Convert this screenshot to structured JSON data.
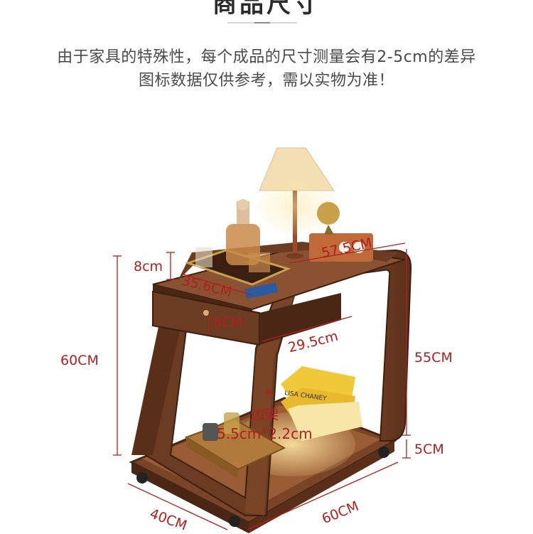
{
  "header": {
    "title": "商品尺寸"
  },
  "note": {
    "line1": "由于家具的特殊性，每个成品的尺寸测量会有2-5cm的差异",
    "line2": "图标数据仅供参考，需以实物为准！"
  },
  "dimensions": {
    "tray_height": "8cm",
    "top_length": "57.5CM",
    "top_depth": "35.6CM",
    "drawer_height": "6CM",
    "inner_width": "29.5cm",
    "total_height": "60CM",
    "leg_height": "55CM",
    "wheel_height": "5CM",
    "base_length": "60CM",
    "base_depth": "40CM"
  },
  "shelf_label": {
    "name": "边架",
    "size": "5.5cm*2.2cm"
  },
  "props": {
    "book_text": "LISA CHANEY"
  },
  "colors": {
    "dimension": "#b0201e",
    "wood": "#6b3b22",
    "wood_dark": "#4a2614",
    "wood_light": "#8a5230",
    "lamp_shade": "#f3dfb3",
    "books": "#f0c93a"
  }
}
